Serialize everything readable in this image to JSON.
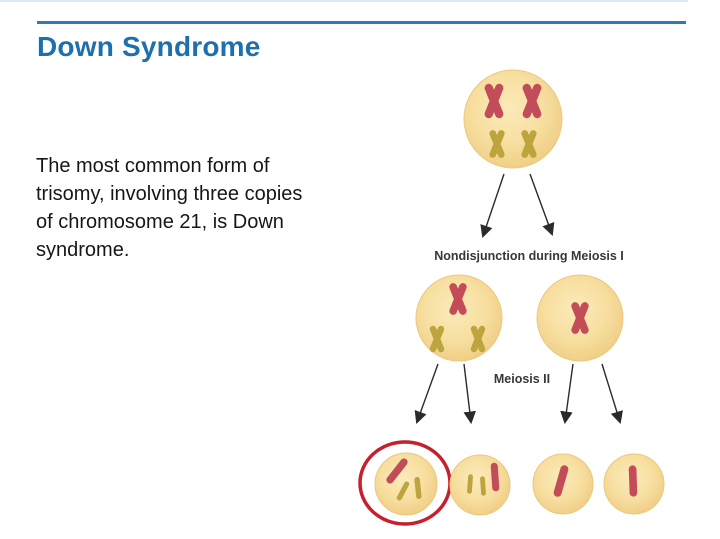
{
  "slide": {
    "title": "Down Syndrome",
    "body_lines": [
      "The most common form of",
      "trisomy, involving three copies",
      "of chromosome 21, is Down",
      "syndrome."
    ]
  },
  "diagram": {
    "labels": {
      "meiosis1": "Nondisjunction during Meiosis I",
      "meiosis2": "Meiosis II"
    },
    "cells": {
      "parent_cell": "2 red duplicated chromosomes + 2 yellow duplicated chromosomes",
      "meiosis1_left_cell": "1 red duplicated chromosome + 2 yellow duplicated chromosomes (extra chromosome from nondisjunction)",
      "meiosis1_right_cell": "1 red duplicated chromosome (missing yellow chromosome)",
      "gamete_1": "1 red chromatid + 2 yellow chromatids (highlighted with red circle, n+1 gamete)",
      "gamete_2": "2 yellow chromatids + 1 red chromatid",
      "gamete_3": "1 red chromatid",
      "gamete_4": "1 red chromatid"
    },
    "colors": {
      "title_blue": "#1d6fad",
      "rule_blue": "#2e7ab3",
      "cell_fill_light": "#fbeaba",
      "cell_fill_dark": "#efcb82",
      "chromosome_red": "#c24d59",
      "chromosome_yellow": "#bda43c",
      "highlight_circle_red": "#c5202c",
      "arrow_black": "#2b2b2b"
    }
  }
}
